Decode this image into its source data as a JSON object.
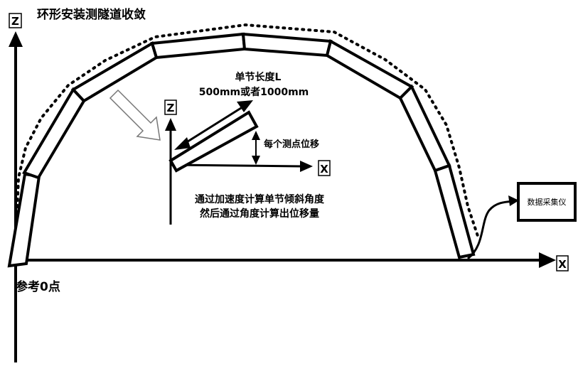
{
  "title": "环形安装测隧道收敛",
  "axes": {
    "main_z": "Z",
    "main_x": "X",
    "inset_z": "Z",
    "inset_x": "X"
  },
  "origin_label": "参考0点",
  "segment": {
    "length_title": "单节长度L",
    "length_value": "500mm或者1000mm"
  },
  "displacement_label": "每个测点位移",
  "method_lines": [
    "通过加速度计算单节倾斜角度",
    "然后通过角度计算出位移量"
  ],
  "logger_label": "数据采集仪",
  "colors": {
    "stroke": "#000000",
    "background": "#ffffff",
    "hollow_arrow_outline": "#777777"
  }
}
